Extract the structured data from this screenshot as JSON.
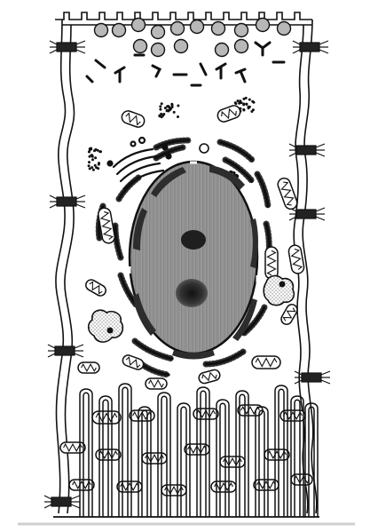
{
  "figure": {
    "kind": "cell-ultrastructure-drawing",
    "text_labels": [],
    "colors": {
      "ink": "#111111",
      "paper": "#ffffff",
      "granule_fill": "#b8b8b8",
      "nucleus_fill": "#8c8c8c",
      "nucleolus_fill": "#2b2b2b",
      "heterochromatin": "#3a3a3a",
      "stipple": "#6a6a6a"
    },
    "structures": [
      {
        "name": "apical-secretory-granules",
        "count": 15
      },
      {
        "name": "apical-smooth-vesicles",
        "count": 12
      },
      {
        "name": "ribosome-clusters",
        "count": 4
      },
      {
        "name": "golgi-apparatus",
        "count": 1
      },
      {
        "name": "nucleus",
        "count": 1
      },
      {
        "name": "nucleolus",
        "count": 2
      },
      {
        "name": "rough-endoplasmic-reticulum",
        "count": 14
      },
      {
        "name": "mitochondria",
        "count": 30
      },
      {
        "name": "lysosomes",
        "count": 2
      },
      {
        "name": "desmosomes",
        "count": 8
      },
      {
        "name": "basal-infoldings",
        "count": 13
      }
    ]
  }
}
